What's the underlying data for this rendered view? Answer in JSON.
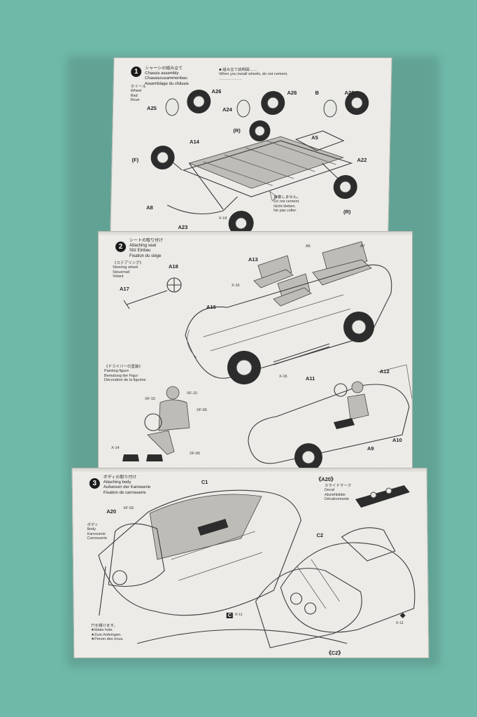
{
  "colors": {
    "background": "#6fb9a9",
    "paper": "#ecebe7",
    "ink": "#2c2c2c"
  },
  "step1": {
    "number": "1",
    "heading": "シャーシの組み立て\nChassis assembly\nChassiszusammenbau\nAssemblage du châssis",
    "notice": "■ 組み立て説明図……\nWhen you install wheels, do not cement.\n………………",
    "wheel_title": "ホイール\nWheel\nRad\nRoue",
    "labels": {
      "a25_left": "A25",
      "a26_1": "A26",
      "a24": "A24",
      "a26_2": "A26",
      "b_label": "B",
      "a26_3": "A26",
      "r_mid": "(R)",
      "f_left": "(F)",
      "a14": "A14",
      "a5": "A5",
      "a22": "A22",
      "a8": "A8",
      "a23": "A23",
      "r_right": "(R)",
      "x16": "X-16"
    },
    "note_nocement": "接着しません。\nDo not cement.\nNicht kleben.\nNe pas coller."
  },
  "step2": {
    "number": "2",
    "heading": "シートの取り付け\nAttaching seat\nSitz Einbau\nFixation du siège",
    "steering_title": "《ステアリング》\nSteering wheel\nSteuerrad\nVolant",
    "labels": {
      "a18": "A18",
      "a17": "A17",
      "a16": "A16",
      "a13": "A13",
      "a6": "A6",
      "a7": "A7",
      "x16": "X-16",
      "x16b": "X-16",
      "a11": "A11",
      "a12": "A12",
      "a9": "A9",
      "a10": "A10",
      "xf10": "XF-10",
      "xf15": "XF-15",
      "xf65": "XF-65",
      "xf65b": "XF-65",
      "x14": "X-14"
    },
    "driver_title": "《ドライバーの塗装》\nPainting figure\nBemalung der Figur\nDécoration de la figurine"
  },
  "step3": {
    "number": "3",
    "heading": "ボディの取り付け\nAttaching body\nAufsetzen der Karosserie\nFixation de carrosserie",
    "body_title": "ボディ\nBody\nKarosserie\nCarrosserie",
    "decal_title": "《A20》",
    "decal_text": "スライドマーク\nDecal\nAbziehbilder\nDécalcomanie",
    "labels": {
      "c1": "C1",
      "a20": "A20",
      "xf55": "XF-55",
      "c2": "C2",
      "x11": "X-11",
      "x11b": "X-11",
      "c_box": "C",
      "c2_bottom": "《C2》"
    },
    "hole_note": "穴を開けます。\n★Make hole.\n★Zum Anbringen.\n★Percer des trous."
  }
}
